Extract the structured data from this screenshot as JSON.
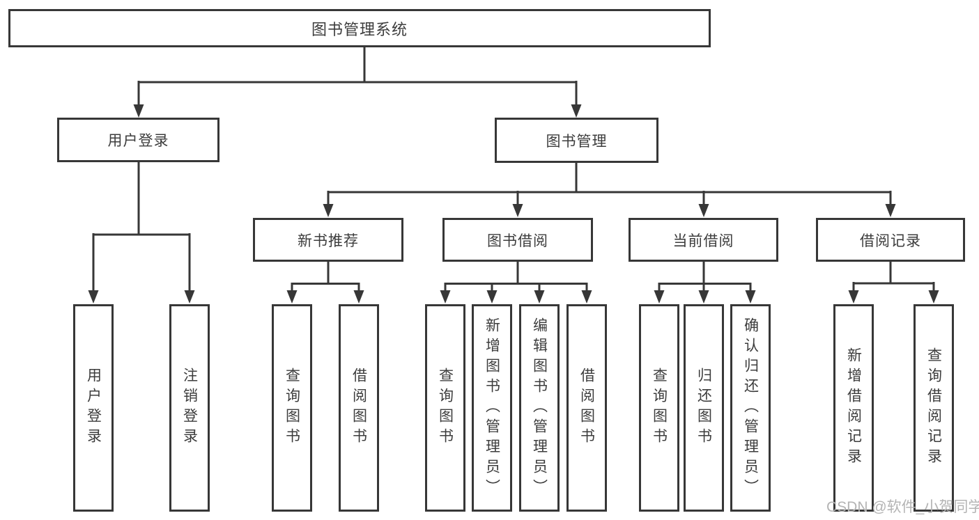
{
  "diagram": {
    "root": {
      "label": "图书管理系统"
    },
    "branches": [
      {
        "label": "用户登录",
        "children": [
          {
            "label": "用户登录"
          },
          {
            "label": "注销登录"
          }
        ]
      },
      {
        "label": "图书管理",
        "children": [
          {
            "label": "新书推荐",
            "children": [
              {
                "label": "查询图书"
              },
              {
                "label": "借阅图书"
              }
            ]
          },
          {
            "label": "图书借阅",
            "children": [
              {
                "label": "查询图书"
              },
              {
                "label": "新增图书（管理员）"
              },
              {
                "label": "编辑图书（管理员）"
              },
              {
                "label": "借阅图书"
              }
            ]
          },
          {
            "label": "当前借阅",
            "children": [
              {
                "label": "查询图书"
              },
              {
                "label": "归还图书"
              },
              {
                "label": "确认归还（管理员）"
              }
            ]
          },
          {
            "label": "借阅记录",
            "children": [
              {
                "label": "新增借阅记录"
              },
              {
                "label": "查询借阅记录"
              }
            ]
          }
        ]
      }
    ],
    "watermark": "CSDN @软件_小贺同学"
  },
  "theme": {
    "line": "#373737",
    "text": "#3c3c3c",
    "watermark": "#b4b4b4",
    "background": "#ffffff"
  }
}
